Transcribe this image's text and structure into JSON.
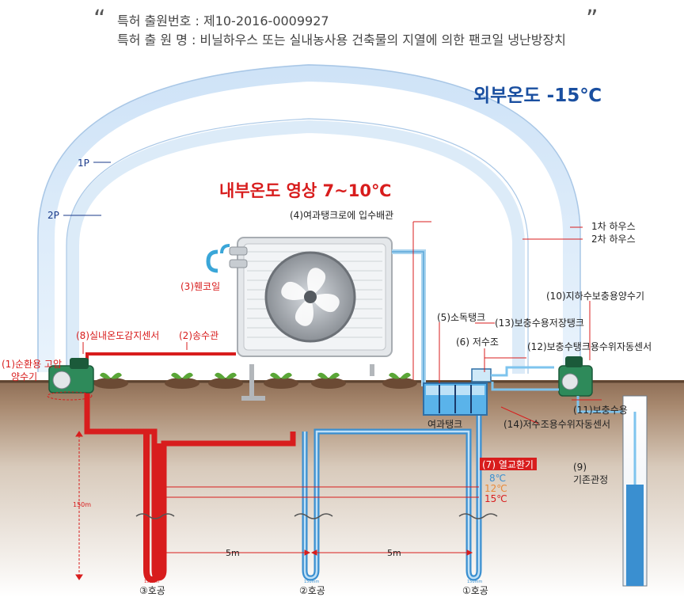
{
  "header": {
    "open_quote": "“",
    "close_quote": "”",
    "line1": "특허 출원번호 : 제10-2016-0009927",
    "line2": "특허 출  원  명 : 비닐하우스 또는 실내농사용 건축물의 지열에 의한 팬코일 냉난방장치"
  },
  "temps": {
    "outside": "외부온도 -15℃",
    "inside": "내부온도 영상 7~10℃"
  },
  "labels": {
    "p1": "1P",
    "p2": "2P",
    "house1": "1차 하우스",
    "house2": "2차 하우스",
    "inlet_pipe": "(4)여과탱크로에 입수배관",
    "fan_coil": "(3)휀코일",
    "sensor": "(8)실내온도감지센서",
    "supply_pipe": "(2)송수관",
    "pump_high_1": "(1)순환용 고압",
    "pump_high_2": "양수기",
    "disinfect_tank": "(5)소독탱크",
    "reservoir": "(6) 저수조",
    "supplement_storage": "(13)보충수용저장탱크",
    "ground_pump": "(10)지하수보충용양수기",
    "auto_sensor": "(12)보충수탱크용수위자동센서",
    "filter_tank": "여과탱크",
    "supplement_pump": "(11)보충수용",
    "reservoir_sensor": "(14)저수조용수위자동센서",
    "heat_exchange": "(7) 열교환기",
    "temp8": "8℃",
    "temp12": "12℃",
    "temp15": "15℃",
    "existing_well_1": "(9)",
    "existing_well_2": "기존관정",
    "depth": "150m",
    "gap1": "5m",
    "gap2": "5m",
    "hole1": "①호공",
    "hole2": "②호공",
    "hole3": "③호공",
    "dia1": "150mm",
    "dia2": "150mm",
    "dia3": "150mm"
  },
  "colors": {
    "hot": "#d81d1d",
    "cold": "#3a8fd0",
    "label_red": "#d81d1d",
    "label_blue": "#1a3a8a",
    "soil": "#8a6a52"
  }
}
